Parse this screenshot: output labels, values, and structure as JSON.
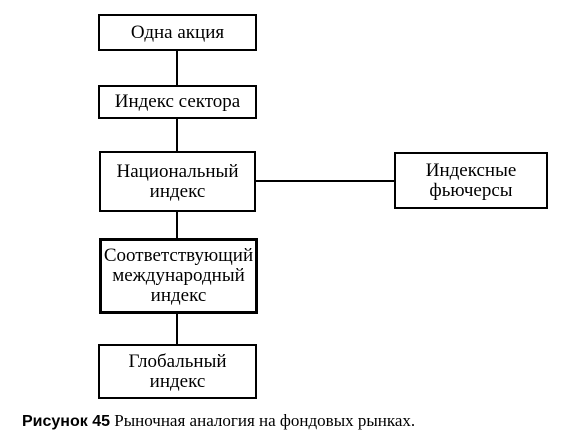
{
  "boxes": {
    "single_share": "Одна акция",
    "sector_index": "Индекс сектора",
    "national_index": "Национальный\nиндекс",
    "international_index": "Соответствующий\nмеждународный\nиндекс",
    "global_index": "Глобальный\nиндекс",
    "index_futures": "Индексные\nфьючерсы"
  },
  "caption": {
    "number": "Рисунок 45",
    "text": "Рыночная аналогия на фондовых рынках."
  }
}
